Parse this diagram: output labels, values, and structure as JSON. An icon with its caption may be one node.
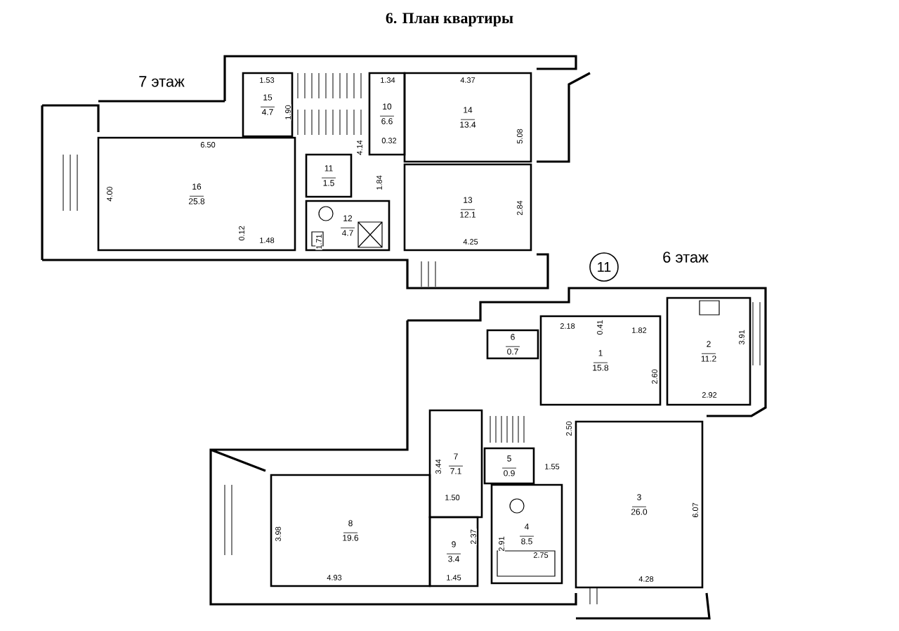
{
  "diagram": {
    "title": "6. План квартиры",
    "nodes": [
      {
        "text": [
          "15",
          "4.7"
        ]
      },
      {
        "text": [
          "16",
          "25.8"
        ]
      },
      {
        "text": [
          "10",
          "6.6"
        ]
      },
      {
        "text": [
          "14",
          "13.4"
        ]
      },
      {
        "text": [
          "11",
          "1.5"
        ]
      },
      {
        "text": [
          "12",
          "4.7"
        ]
      },
      {
        "text": [
          "13",
          "12.1"
        ]
      },
      {
        "text": [
          "11"
        ]
      },
      {
        "text": [
          "6",
          "0.7"
        ]
      },
      {
        "text": [
          "1",
          "15.8"
        ]
      },
      {
        "text": [
          "2",
          "11.2"
        ]
      },
      {
        "text": [
          "7",
          "7.1"
        ]
      },
      {
        "text": [
          "5",
          "0.9"
        ]
      },
      {
        "text": [
          "8",
          "19.6"
        ]
      },
      {
        "text": [
          "9",
          "3.4"
        ]
      },
      {
        "text": [
          "4",
          "8.5"
        ]
      },
      {
        "text": [
          "3",
          "26.0"
        ]
      }
    ],
    "labels": [
      "7 этаж",
      "1.53",
      "1.90",
      "1.34",
      "4.37",
      "0.32",
      "6.50",
      "4.14",
      "5.08",
      "1.84",
      "4.00",
      "2.84",
      "1.71",
      "0.12",
      "1.48",
      "4.25",
      "6 этаж",
      "2.18",
      "0.41",
      "1.82",
      "3.91",
      "2.60",
      "2.92",
      "2.50",
      "3.44",
      "1.55",
      "1.50",
      "3.98",
      "2.37",
      "2.91",
      "6.07",
      "2.75",
      "4.93",
      "1.45",
      "4.28"
    ]
  }
}
